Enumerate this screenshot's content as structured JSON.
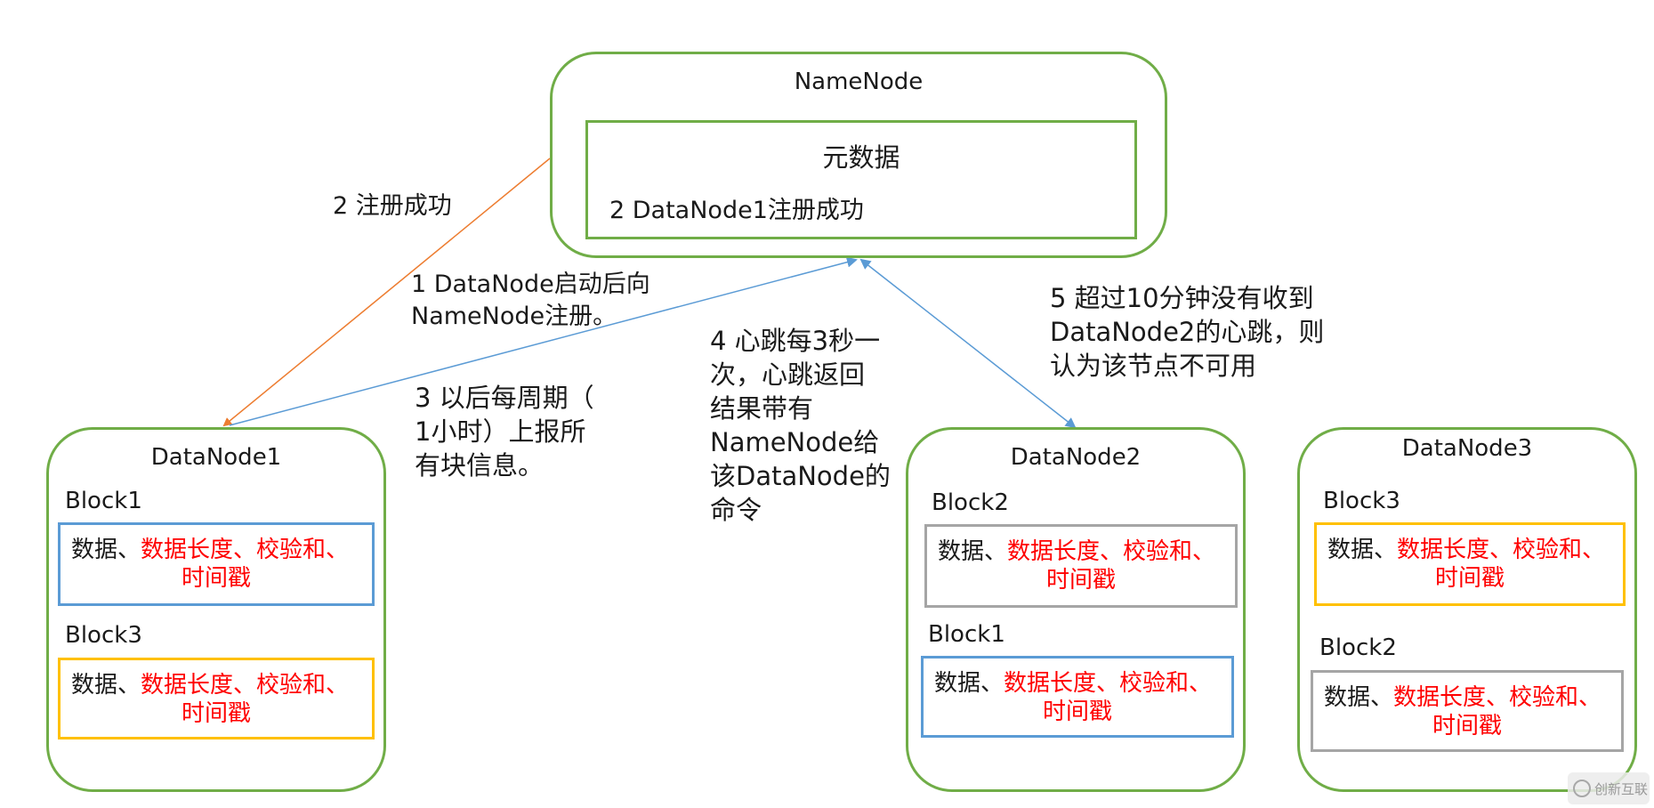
{
  "namenode": {
    "title": "NameNode",
    "metadata_title": "元数据",
    "metadata_entry": "2 DataNode1注册成功"
  },
  "datanodes": [
    {
      "title": "DataNode1",
      "blocks": [
        {
          "label": "Block1",
          "border": "#5b9bd5",
          "text_black": "数据、",
          "text_red": "数据长度、校验和、",
          "line2": "时间戳"
        },
        {
          "label": "Block3",
          "border": "#ffc000",
          "text_black": "数据、",
          "text_red": "数据长度、校验和、",
          "line2": "时间戳"
        }
      ]
    },
    {
      "title": "DataNode2",
      "blocks": [
        {
          "label": "Block2",
          "border": "#a5a5a5",
          "text_black": "数据、",
          "text_red": "数据长度、校验和、",
          "line2": "时间戳"
        },
        {
          "label": "Block1",
          "border": "#5b9bd5",
          "text_black": "数据、",
          "text_red": "数据长度、校验和、",
          "line2": "时间戳"
        }
      ]
    },
    {
      "title": "DataNode3",
      "blocks": [
        {
          "label": "Block3",
          "border": "#ffc000",
          "text_black": "数据、",
          "text_red": "数据长度、校验和、",
          "line2": "时间戳"
        },
        {
          "label": "Block2",
          "border": "#a5a5a5",
          "text_black": "数据、",
          "text_red": "数据长度、校验和、",
          "line2": "时间戳"
        }
      ]
    }
  ],
  "annotations": {
    "register_success": "2 注册成功",
    "register_request": [
      "1 DataNode启动后向",
      "NameNode注册。"
    ],
    "periodic_report": [
      "3 以后每周期（",
      "1小时）上报所",
      "有块信息。"
    ],
    "heartbeat": [
      "4 心跳每3秒一",
      "次，心跳返回",
      "结果带有",
      "NameNode给",
      "该DataNode的",
      "命令"
    ],
    "timeout": [
      "5 超过10分钟没有收到",
      "DataNode2的心跳，则",
      "认为该节点不可用"
    ]
  },
  "colors": {
    "node_border": "#70ad47",
    "arrow_register": "#ed7d31",
    "arrow_blue": "#5b9bd5",
    "red_text": "#ff0000"
  },
  "watermark": "创新互联"
}
